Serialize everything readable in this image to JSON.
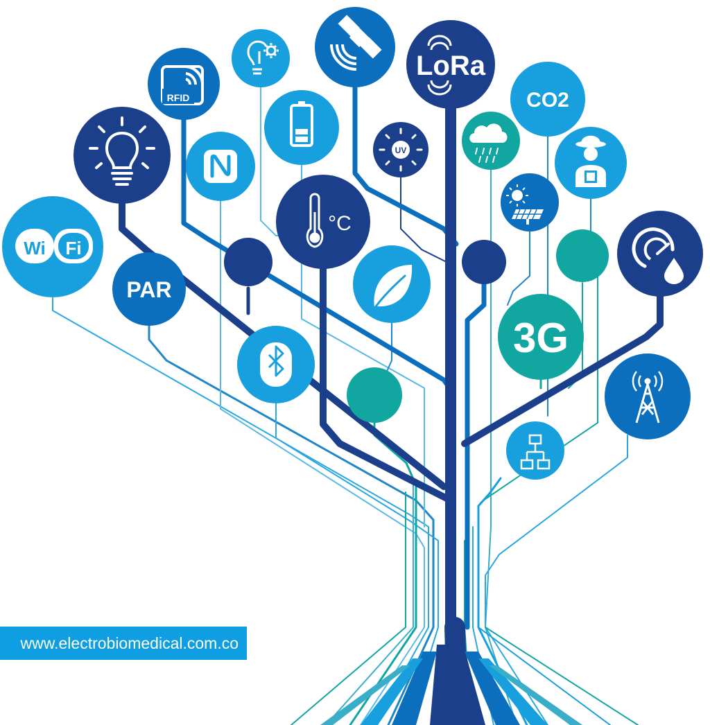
{
  "labels": {
    "lora": "LoRa",
    "co2": "CO2",
    "par": "PAR",
    "three_g": "3G",
    "rfid": "RFID",
    "uv": "UV",
    "temp_unit": "°C"
  },
  "footer": {
    "url": "www.electrobiomedical.com.co"
  },
  "colors": {
    "dark_blue": "#1b3f8b",
    "mid_blue": "#0b6fbd",
    "light_blue": "#17a0dd",
    "teal": "#12a6a0",
    "banner": "#0f9ee2"
  }
}
